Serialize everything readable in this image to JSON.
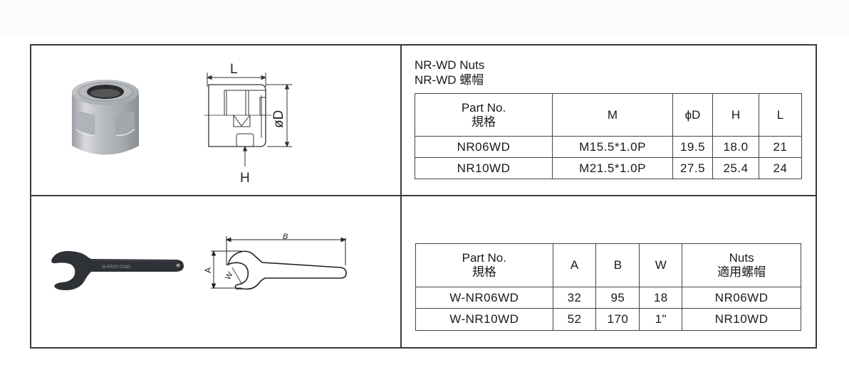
{
  "nuts_section": {
    "title_en": "NR-WD Nuts",
    "title_zh": "NR-WD 螺帽",
    "photo": "collet-nut-photo",
    "drawing_labels": {
      "length": "L",
      "diameter": "øD",
      "height": "H"
    },
    "table": {
      "headers": [
        {
          "en": "Part No.",
          "zh": "規格"
        },
        {
          "en": "M",
          "zh": ""
        },
        {
          "en": "ϕD",
          "zh": ""
        },
        {
          "en": "H",
          "zh": ""
        },
        {
          "en": "L",
          "zh": ""
        }
      ],
      "rows": [
        [
          "NR06WD",
          "M15.5*1.0P",
          "19.5",
          "18.0",
          "21"
        ],
        [
          "NR10WD",
          "M21.5*1.0P",
          "27.5",
          "25.4",
          "24"
        ]
      ]
    }
  },
  "wrench_section": {
    "photo": "wrench-photo",
    "photo_engraving": "W-ER20  GS30",
    "drawing_labels": {
      "width": "A",
      "length": "B",
      "opening": "W"
    },
    "table": {
      "headers": [
        {
          "en": "Part No.",
          "zh": "規格"
        },
        {
          "en": "A",
          "zh": ""
        },
        {
          "en": "B",
          "zh": ""
        },
        {
          "en": "W",
          "zh": ""
        },
        {
          "en": "Nuts",
          "zh": "適用螺帽"
        }
      ],
      "rows": [
        [
          "W-NR06WD",
          "32",
          "95",
          "18",
          "NR06WD"
        ],
        [
          "W-NR10WD",
          "52",
          "170",
          "1\"",
          "NR10WD"
        ]
      ]
    }
  }
}
